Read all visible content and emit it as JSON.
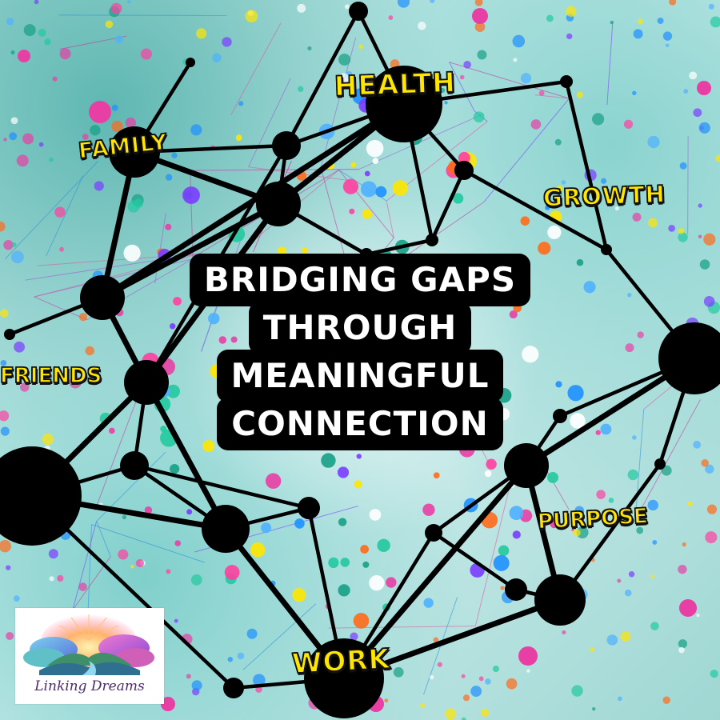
{
  "headline": {
    "line1": "BRIDGING GAPS",
    "line2": "THROUGH",
    "line3": "MEANINGFUL",
    "line4": "CONNECTION"
  },
  "labels": {
    "health": "HEALTH",
    "family": "FAMILY",
    "growth": "GROWTH",
    "friends": "FRIENDS",
    "purpose": "PURPOSE",
    "work": "WORK"
  },
  "logo": {
    "brand": "Linking Dreams"
  },
  "colors": {
    "label_fill": "#ffe600",
    "headline_bg": "#000000",
    "headline_text": "#ffffff",
    "node": "#000000",
    "accent_pink": "#e83fa5",
    "accent_purple": "#7a3cff",
    "background_teal": "#a9ddd9"
  }
}
